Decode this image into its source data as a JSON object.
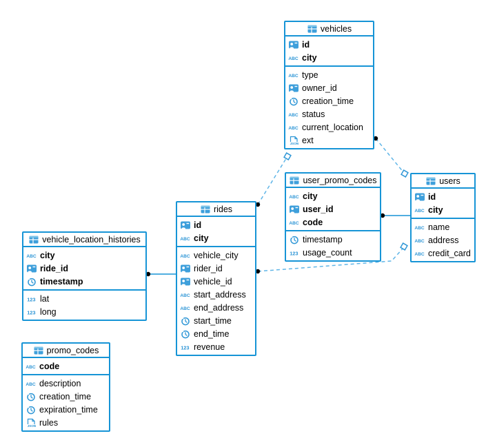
{
  "diagram": {
    "colors": {
      "table_border": "#1694d6",
      "icon_blue": "#2e96d6",
      "icon_fill": "#3e9fdb",
      "connector_dashed": "#5fb5e7",
      "connector_solid": "#1694d6",
      "endpoint_dot": "#000000",
      "background": "#ffffff"
    },
    "tables": {
      "vehicles": {
        "title": "vehicles",
        "primary_key_columns": [
          {
            "name": "id",
            "type": "uuid"
          },
          {
            "name": "city",
            "type": "text"
          }
        ],
        "columns": [
          {
            "name": "type",
            "type": "text"
          },
          {
            "name": "owner_id",
            "type": "uuid"
          },
          {
            "name": "creation_time",
            "type": "timestamp"
          },
          {
            "name": "status",
            "type": "text"
          },
          {
            "name": "current_location",
            "type": "text"
          },
          {
            "name": "ext",
            "type": "json"
          }
        ]
      },
      "user_promo_codes": {
        "title": "user_promo_codes",
        "primary_key_columns": [
          {
            "name": "city",
            "type": "text"
          },
          {
            "name": "user_id",
            "type": "uuid"
          },
          {
            "name": "code",
            "type": "text"
          }
        ],
        "columns": [
          {
            "name": "timestamp",
            "type": "timestamp"
          },
          {
            "name": "usage_count",
            "type": "number"
          }
        ]
      },
      "users": {
        "title": "users",
        "primary_key_columns": [
          {
            "name": "id",
            "type": "uuid"
          },
          {
            "name": "city",
            "type": "text"
          }
        ],
        "columns": [
          {
            "name": "name",
            "type": "text"
          },
          {
            "name": "address",
            "type": "text"
          },
          {
            "name": "credit_card",
            "type": "text"
          }
        ]
      },
      "rides": {
        "title": "rides",
        "primary_key_columns": [
          {
            "name": "id",
            "type": "uuid"
          },
          {
            "name": "city",
            "type": "text"
          }
        ],
        "columns": [
          {
            "name": "vehicle_city",
            "type": "text"
          },
          {
            "name": "rider_id",
            "type": "uuid"
          },
          {
            "name": "vehicle_id",
            "type": "uuid"
          },
          {
            "name": "start_address",
            "type": "text"
          },
          {
            "name": "end_address",
            "type": "text"
          },
          {
            "name": "start_time",
            "type": "timestamp"
          },
          {
            "name": "end_time",
            "type": "timestamp"
          },
          {
            "name": "revenue",
            "type": "number"
          }
        ]
      },
      "vehicle_location_histories": {
        "title": "vehicle_location_histories",
        "primary_key_columns": [
          {
            "name": "city",
            "type": "text"
          },
          {
            "name": "ride_id",
            "type": "uuid"
          },
          {
            "name": "timestamp",
            "type": "timestamp"
          }
        ],
        "columns": [
          {
            "name": "lat",
            "type": "number"
          },
          {
            "name": "long",
            "type": "number"
          }
        ]
      },
      "promo_codes": {
        "title": "promo_codes",
        "primary_key_columns": [
          {
            "name": "code",
            "type": "text"
          }
        ],
        "columns": [
          {
            "name": "description",
            "type": "text"
          },
          {
            "name": "creation_time",
            "type": "timestamp"
          },
          {
            "name": "expiration_time",
            "type": "timestamp"
          },
          {
            "name": "rules",
            "type": "json"
          }
        ]
      }
    },
    "relationships": [
      {
        "from": "rides",
        "to": "vehicles",
        "style": "dashed"
      },
      {
        "from": "vehicles",
        "to": "users",
        "style": "dashed"
      },
      {
        "from": "user_promo_codes",
        "to": "users",
        "style": "solid"
      },
      {
        "from": "rides",
        "to": "users",
        "style": "dashed"
      },
      {
        "from": "vehicle_location_histories",
        "to": "rides",
        "style": "solid"
      }
    ]
  }
}
